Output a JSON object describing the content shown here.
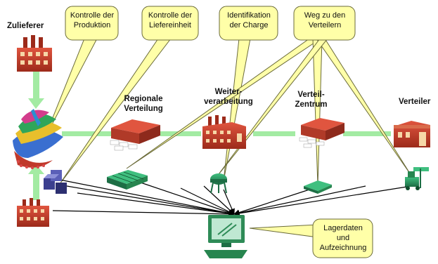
{
  "labels": {
    "zulieferer": "Zulieferer",
    "regionale_verteilung": "Regionale Verteilung",
    "weiterverarbeitung": "Weiter-verarbeitung",
    "verteilzentrum": "Verteil-Zentrum",
    "verteiler": "Verteiler"
  },
  "callouts": {
    "kontrolle_produktion": "Kontrolle der Produktion",
    "kontrolle_liefereinheit": "Kontrolle der Liefereinheit",
    "identifikation_charge": "Identifikation der Charge",
    "weg_verteilern": "Weg zu den Verteilern",
    "lagerdaten": "Lagerdaten und Aufzeichnung"
  },
  "colors": {
    "flow_arrow": "#9be89b",
    "callout_fill": "#ffffa8",
    "callout_stroke": "#6b6b3a",
    "factory_red": "#c0392b",
    "monitor_green": "#2e8b57"
  }
}
